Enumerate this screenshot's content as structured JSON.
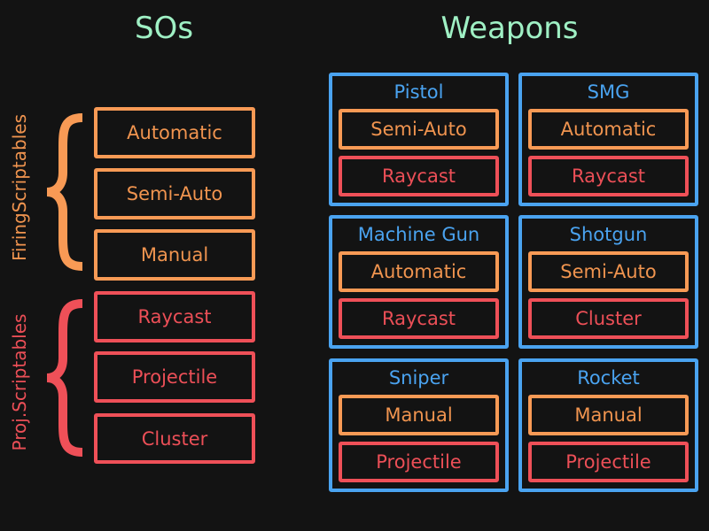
{
  "titles": {
    "sos": "SOs",
    "weapons": "Weapons"
  },
  "groups": {
    "firing": {
      "label": "FiringScriptables",
      "items": [
        "Automatic",
        "Semi-Auto",
        "Manual"
      ]
    },
    "proj": {
      "label": "Proj.Scriptables",
      "items": [
        "Raycast",
        "Projectile",
        "Cluster"
      ]
    }
  },
  "weapons": [
    {
      "name": "Pistol",
      "firing": "Semi-Auto",
      "proj": "Raycast"
    },
    {
      "name": "SMG",
      "firing": "Automatic",
      "proj": "Raycast"
    },
    {
      "name": "Machine Gun",
      "firing": "Automatic",
      "proj": "Raycast"
    },
    {
      "name": "Shotgun",
      "firing": "Semi-Auto",
      "proj": "Cluster"
    },
    {
      "name": "Sniper",
      "firing": "Manual",
      "proj": "Projectile"
    },
    {
      "name": "Rocket",
      "firing": "Manual",
      "proj": "Projectile"
    }
  ],
  "colors": {
    "background": "#131313",
    "firing": "#f89a55",
    "proj": "#ef5058",
    "weapon": "#4aa3f0",
    "title": "#9ff0c4"
  }
}
